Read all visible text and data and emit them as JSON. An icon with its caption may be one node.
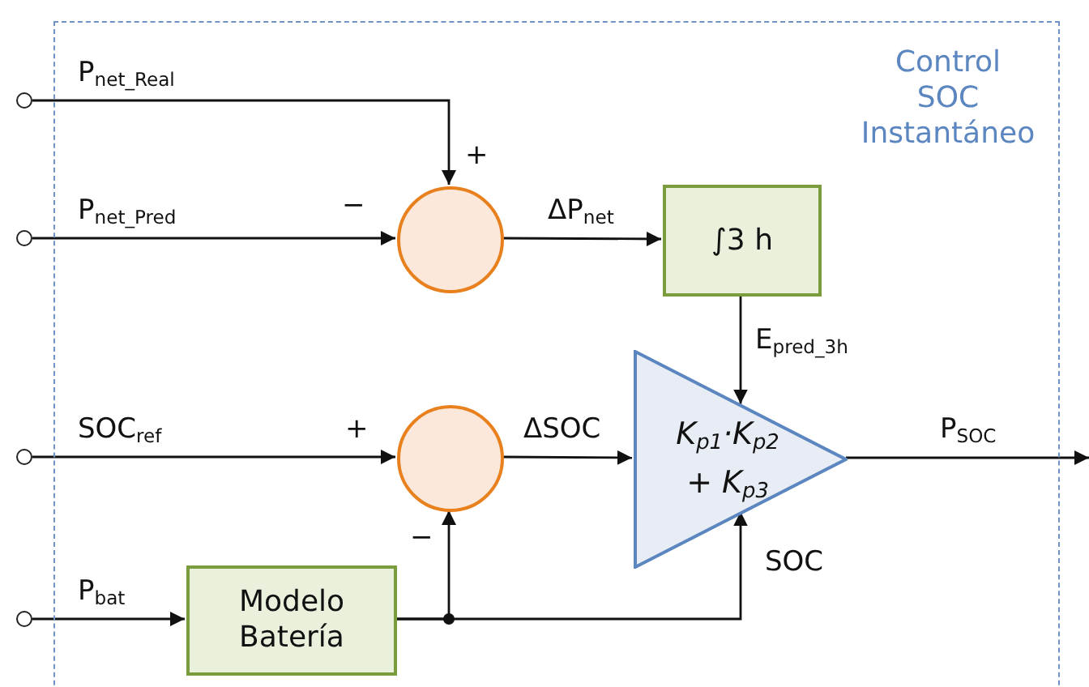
{
  "diagram": {
    "nodes": [
      {
        "text": [
          "Control SOC Instantáneo"
        ]
      },
      {
        "text": [],
        "shape": "circle"
      },
      {
        "text": [],
        "shape": "circle"
      },
      {
        "text": [],
        "shape": "circle"
      },
      {
        "text": [],
        "shape": "circle"
      },
      {
        "text": [],
        "shape": "circle",
        "in": 0
      },
      {
        "text": [
          "∫3 h"
        ],
        "in": 0
      },
      {
        "text": [],
        "shape": "circle",
        "in": 0
      },
      {
        "text": [
          "K$_{p1}$·K$_{p2}$ + K$_{p3}$"
        ],
        "in": 0
      },
      {
        "text": [
          "Modelo Batería"
        ],
        "in": 0
      }
    ],
    "edges": [
      {
        "from": 1,
        "to": 5,
        "arrow": "to",
        "label": "P$_{net_Real}$"
      },
      {
        "from": 2,
        "to": 5,
        "arrow": "to",
        "label": "P$_{net_Pred}$"
      },
      {
        "from": 5,
        "to": 6,
        "arrow": "to",
        "label": "ΔP$_{net}$"
      },
      {
        "from": 6,
        "to": 8,
        "arrow": "to",
        "label": "E$_{pred_3h}$"
      },
      {
        "from": 3,
        "to": 7,
        "arrow": "to",
        "label": "SOC$_{ref}$"
      },
      {
        "from": 7,
        "to": 8,
        "arrow": "to",
        "label": "ΔSOC"
      },
      {
        "from": 8,
        "to": null,
        "arrow": "to",
        "label": "P$_{SOC}$"
      },
      {
        "from": 4,
        "to": 9,
        "arrow": "to",
        "label": "P$_{bat}$"
      },
      {
        "from": 9,
        "to": 7,
        "arrow": "to"
      },
      {
        "from": 9,
        "to": 8,
        "arrow": "to",
        "label": "SOC"
      }
    ],
    "labels": [
      "+",
      "−",
      "+",
      "−"
    ]
  }
}
